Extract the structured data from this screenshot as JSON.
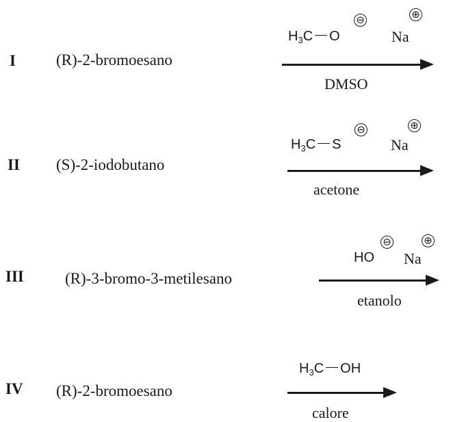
{
  "reactions": [
    {
      "roman": "I",
      "substrate": "(R)-2-bromoesano",
      "reagent": {
        "group_pre": "H",
        "group_sub": "3",
        "group_post": "C",
        "atom": "O",
        "anion_charge": "⊖",
        "cation": "Na",
        "cation_charge": "⊕"
      },
      "solvent": "DMSO"
    },
    {
      "roman": "II",
      "substrate": "(S)-2-iodobutano",
      "reagent": {
        "group_pre": "H",
        "group_sub": "3",
        "group_post": "C",
        "atom": "S",
        "anion_charge": "⊖",
        "cation": "Na",
        "cation_charge": "⊕"
      },
      "solvent": "acetone"
    },
    {
      "roman": "III",
      "substrate": "(R)-3-bromo-3-metilesano",
      "reagent": {
        "atom": "HO",
        "anion_charge": "⊖",
        "cation": "Na",
        "cation_charge": "⊕"
      },
      "solvent": "etanolo"
    },
    {
      "roman": "IV",
      "substrate": "(R)-2-bromoesano",
      "reagent": {
        "group_pre": "H",
        "group_sub": "3",
        "group_post": "C",
        "atom": "OH"
      },
      "solvent": "calore"
    }
  ]
}
